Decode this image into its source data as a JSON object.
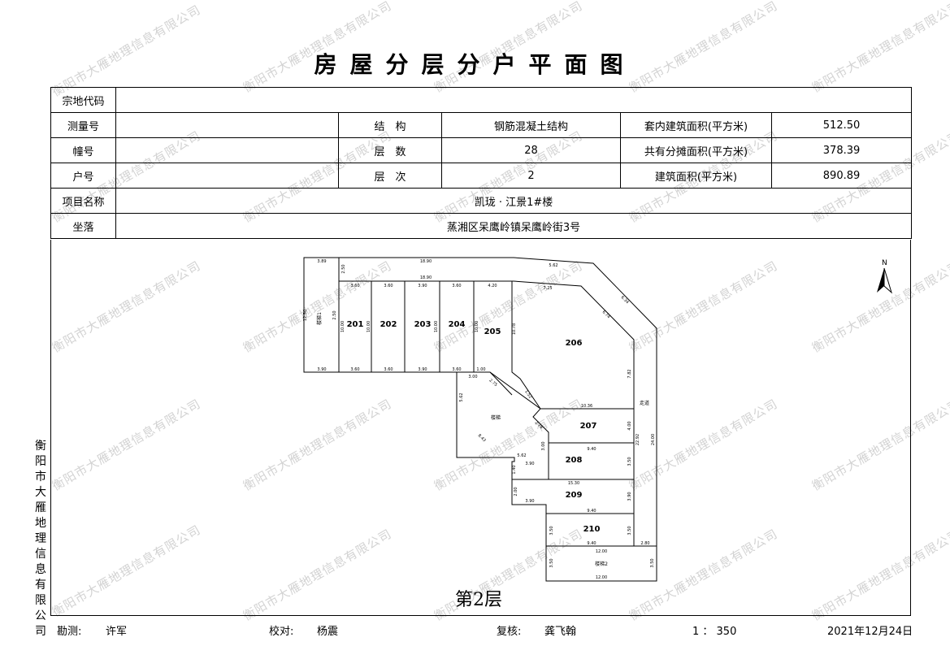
{
  "title": "房屋分层分户平面图",
  "watermark": "衡阳市大雁地理信息有限公司",
  "company_vertical": "衡阳市大雁地理信息有限公司",
  "info": {
    "zongdi_label": "宗地代码",
    "zongdi_value": "",
    "celiang_label": "测量号",
    "celiang_value": "",
    "zhuang_label": "幢号",
    "zhuang_value": "",
    "hu_label": "户号",
    "hu_value": "",
    "jiegou_label": "结　构",
    "jiegou_value": "钢筋混凝土结构",
    "cengshu_label": "层　数",
    "cengshu_value": "28",
    "cengci_label": "层　次",
    "cengci_value": "2",
    "taonei_label": "套内建筑面积(平方米)",
    "taonei_value": "512.50",
    "gongyou_label": "共有分摊面积(平方米)",
    "gongyou_value": "378.39",
    "jianzhu_label": "建筑面积(平方米)",
    "jianzhu_value": "890.89",
    "xiangmu_label": "项目名称",
    "xiangmu_value": "凯珑 · 江景1#楼",
    "zuoluo_label": "坐落",
    "zuoluo_value": "蒸湘区呆鹰岭镇呆鹰岭街3号"
  },
  "plan": {
    "north": "N",
    "floor_label": "第2层",
    "rooms": [
      "201",
      "202",
      "203",
      "204",
      "205",
      "206",
      "207",
      "208",
      "209",
      "210"
    ],
    "stair1": "楼梯1",
    "stair_mid": "楼梯",
    "stair2": "楼梯2",
    "corridor": "走道",
    "dims": {
      "d389": "3.89",
      "d250a": "2.50",
      "d1890a": "18.90",
      "d1890b": "18.90",
      "d562a": "5.62",
      "d360a": "3.60",
      "d360b": "3.60",
      "d390a": "3.90",
      "d360c": "3.60",
      "d420": "4.20",
      "d725": "7.25",
      "d1250": "12.50",
      "d250b": "2.50",
      "d1000a": "10.00",
      "d1000b": "10.00",
      "d1000c": "10.00",
      "d1000d": "10.00",
      "d1078": "10.78",
      "d674": "6.74",
      "d634": "6.34",
      "d390b": "3.90",
      "d360d": "3.60",
      "d360e": "3.60",
      "d390c": "3.90",
      "d360f": "3.60",
      "d100a": "1.00",
      "d300a": "3.00",
      "d275": "2.75",
      "d152": "1.52",
      "d562b": "5.62",
      "d782": "7.82",
      "d1036": "10.36",
      "d400": "4.00",
      "d2292": "22.92",
      "d2400": "24.00",
      "d274": "2.74",
      "d843": "8.43",
      "d300b": "3.00",
      "d562c": "5.62",
      "d940a": "9.40",
      "d390d": "3.90",
      "d350a": "3.50",
      "d140": "1.40",
      "d1530": "15.30",
      "d200": "2.00",
      "d390e": "3.90",
      "d390f": "3.90",
      "d940b": "9.40",
      "d350b": "3.50",
      "d350c": "3.50",
      "d940c": "9.40",
      "d280": "2.80",
      "d1200a": "12.00",
      "d350d": "3.50",
      "d350e": "3.50",
      "d1200b": "12.00"
    }
  },
  "footer": {
    "kance_label": "勘测:",
    "kance_name": "许军",
    "jiaodui_label": "校对:",
    "jiaodui_name": "杨震",
    "fuhe_label": "复核:",
    "fuhe_name": "龚飞翰",
    "scale": "1 ： 350",
    "date": "2021年12月24日"
  }
}
